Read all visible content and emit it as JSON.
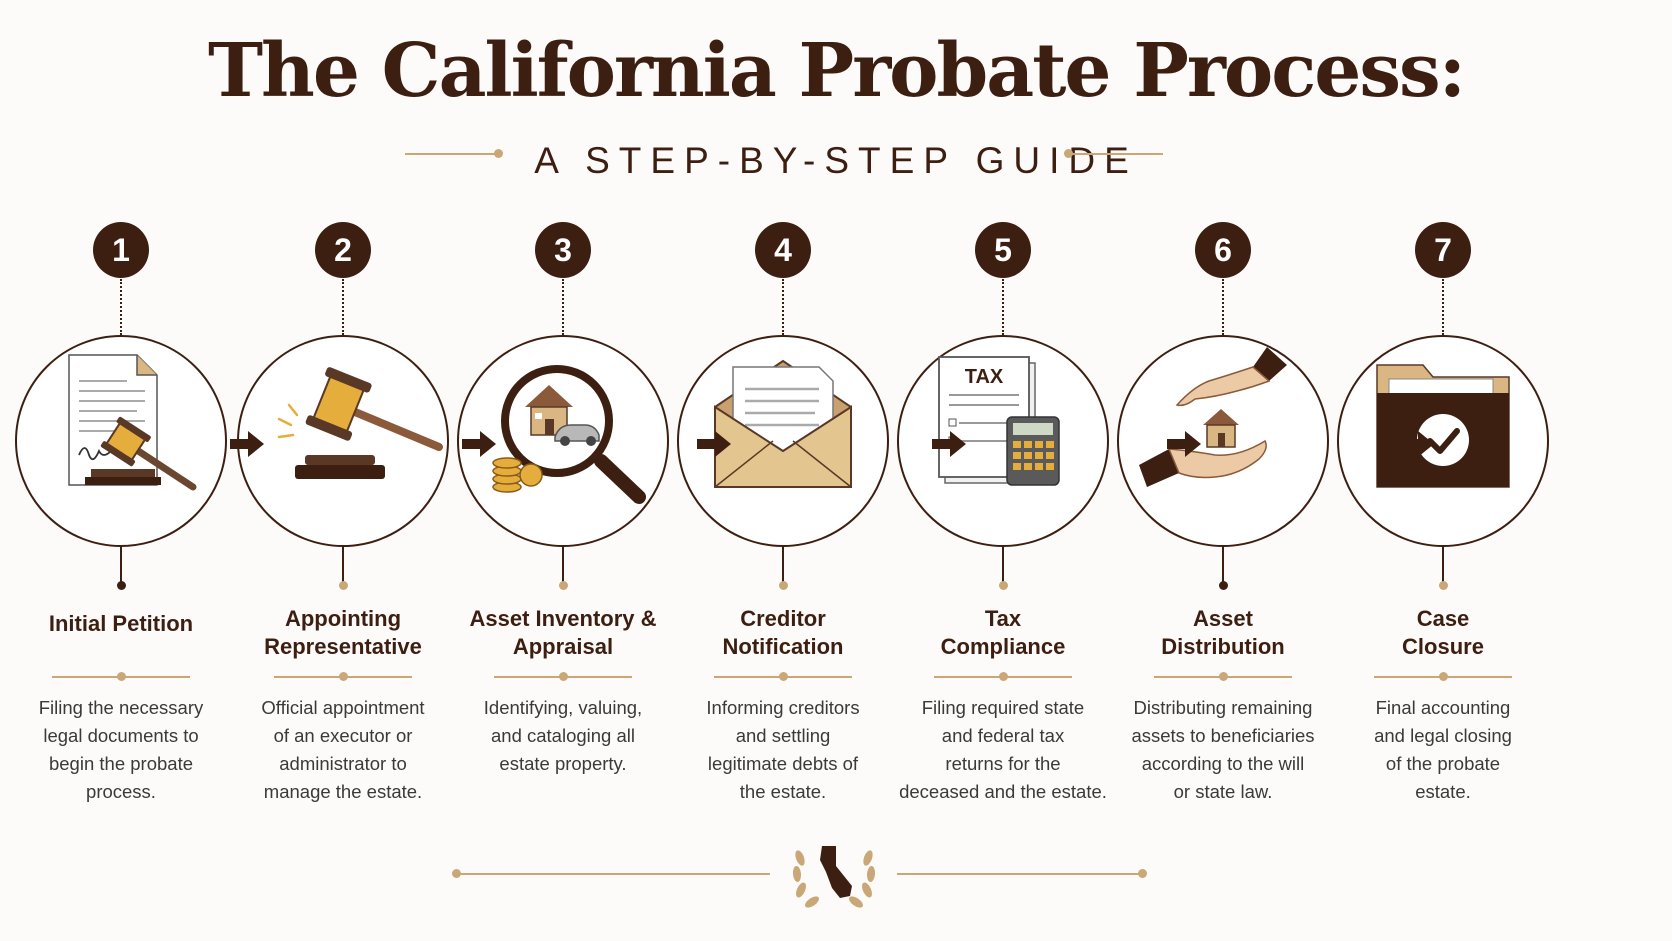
{
  "title": "The California Probate Process:",
  "subtitle": "A STEP-BY-STEP GUIDE",
  "colors": {
    "dark_brown": "#3d1f12",
    "gold": "#c9a777",
    "tan": "#d9b682"
  },
  "steps": [
    {
      "number": "1",
      "title_lines": [
        "Initial Petition"
      ],
      "desc_lines": [
        "Filing the necessary",
        "legal documents to",
        "begin the probate",
        "process."
      ],
      "icon": "document-gavel-icon"
    },
    {
      "number": "2",
      "title_lines": [
        "Appointing",
        "Representative"
      ],
      "desc_lines": [
        "Official appointment",
        "of an executor or",
        "administrator to",
        "manage the estate."
      ],
      "icon": "gavel-icon"
    },
    {
      "number": "3",
      "title_lines": [
        "Asset Inventory &",
        "Appraisal"
      ],
      "desc_lines": [
        "Identifying, valuing,",
        "and cataloging all",
        "estate property."
      ],
      "icon": "magnifier-house-icon"
    },
    {
      "number": "4",
      "title_lines": [
        "Creditor",
        "Notification"
      ],
      "desc_lines": [
        "Informing creditors",
        "and settling",
        "legitimate debts of",
        "the estate."
      ],
      "icon": "envelope-letter-icon"
    },
    {
      "number": "5",
      "title_lines": [
        "Tax",
        "Compliance"
      ],
      "desc_lines": [
        "Filing required state",
        "and federal tax",
        "returns for the",
        "deceased and the estate."
      ],
      "icon": "tax-calculator-icon",
      "icon_text": "TAX"
    },
    {
      "number": "6",
      "title_lines": [
        "Asset",
        "Distribution"
      ],
      "desc_lines": [
        "Distributing remaining",
        "assets to beneficiaries",
        "according to the will",
        "or state law."
      ],
      "icon": "hands-house-icon"
    },
    {
      "number": "7",
      "title_lines": [
        "Case",
        "Closure"
      ],
      "desc_lines": [
        "Final accounting",
        "and legal closing",
        "of the probate",
        "estate."
      ],
      "icon": "folder-check-icon"
    }
  ],
  "footer": {
    "emblem": "california-laurel-emblem-icon"
  }
}
